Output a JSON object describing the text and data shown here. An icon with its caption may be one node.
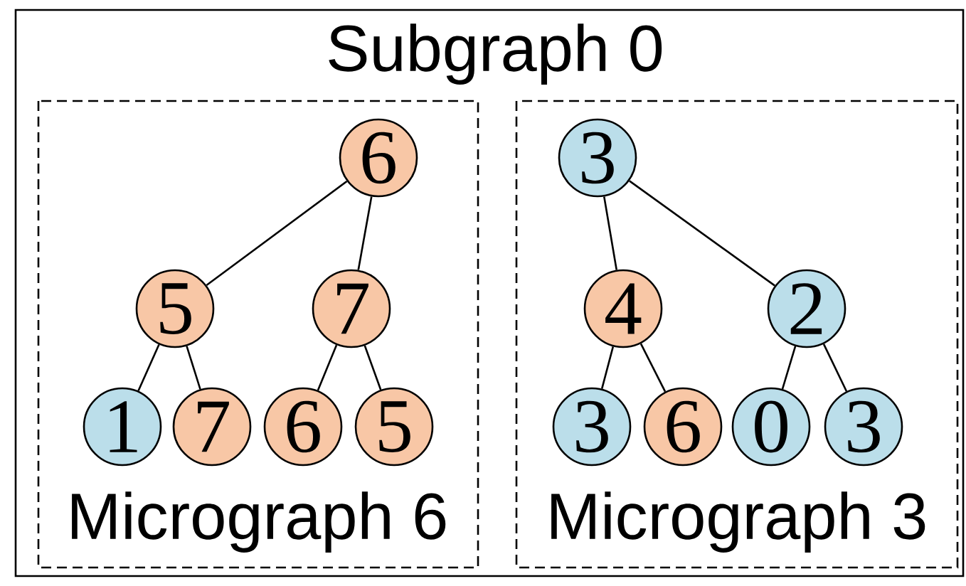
{
  "diagram": {
    "nodes": [
      {
        "text": [
          "Subgraph 0"
        ]
      },
      {
        "text": [
          "Micrograph 6"
        ],
        "in": 0
      },
      {
        "text": [
          "Micrograph 3"
        ],
        "in": 0
      },
      {
        "text": [
          "6"
        ],
        "in": 1
      },
      {
        "text": [
          "5"
        ],
        "in": 1
      },
      {
        "text": [
          "7"
        ],
        "in": 1
      },
      {
        "text": [
          "1"
        ],
        "in": 1
      },
      {
        "text": [
          "7"
        ],
        "in": 1
      },
      {
        "text": [
          "6"
        ],
        "in": 1
      },
      {
        "text": [
          "5"
        ],
        "in": 1
      },
      {
        "text": [
          "3"
        ],
        "in": 2
      },
      {
        "text": [
          "4"
        ],
        "in": 2
      },
      {
        "text": [
          "2"
        ],
        "in": 2
      },
      {
        "text": [
          "3"
        ],
        "in": 2
      },
      {
        "text": [
          "6"
        ],
        "in": 2
      },
      {
        "text": [
          "0"
        ],
        "in": 2
      },
      {
        "text": [
          "3"
        ],
        "in": 2
      }
    ],
    "edges": [
      {
        "from": 3,
        "to": 4,
        "arrow": "none"
      },
      {
        "from": 3,
        "to": 5,
        "arrow": "none"
      },
      {
        "from": 4,
        "to": 6,
        "arrow": "none"
      },
      {
        "from": 4,
        "to": 7,
        "arrow": "none"
      },
      {
        "from": 5,
        "to": 8,
        "arrow": "none"
      },
      {
        "from": 5,
        "to": 9,
        "arrow": "none"
      },
      {
        "from": 10,
        "to": 11,
        "arrow": "none"
      },
      {
        "from": 10,
        "to": 12,
        "arrow": "none"
      },
      {
        "from": 11,
        "to": 13,
        "arrow": "none"
      },
      {
        "from": 11,
        "to": 14,
        "arrow": "none"
      },
      {
        "from": 12,
        "to": 15,
        "arrow": "none"
      },
      {
        "from": 12,
        "to": 16,
        "arrow": "none"
      }
    ]
  }
}
